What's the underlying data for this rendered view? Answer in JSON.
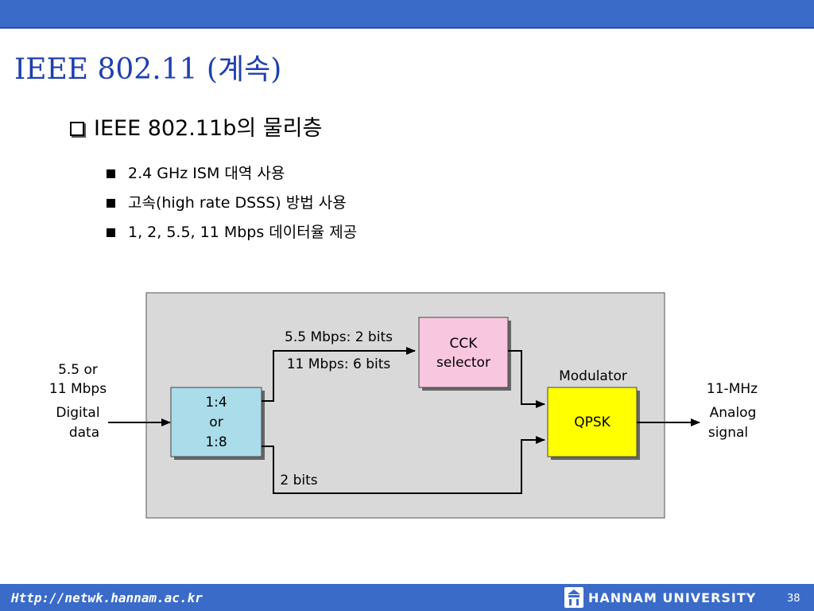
{
  "slide": {
    "title": "IEEE 802.11 (계속)",
    "bullet": "IEEE 802.11b의 물리층",
    "subbullets": [
      "2.4 GHz ISM 대역 사용",
      "고속(high rate DSSS) 방법 사용",
      "1, 2, 5.5, 11 Mbps 데이터율 제공"
    ]
  },
  "diagram": {
    "input_rate_line1": "5.5 or",
    "input_rate_line2": "11 Mbps",
    "input_type_line1": "Digital",
    "input_type_line2": "data",
    "splitter_line1": "1:4",
    "splitter_line2": "or",
    "splitter_line3": "1:8",
    "upper_path_label1": "5.5 Mbps: 2 bits",
    "upper_path_label2": "11 Mbps: 6 bits",
    "lower_path_label": "2 bits",
    "cck_line1": "CCK",
    "cck_line2": "selector",
    "modulator_label": "Modulator",
    "qpsk_label": "QPSK",
    "output_freq": "11-MHz",
    "output_type_line1": "Analog",
    "output_type_line2": "signal",
    "colors": {
      "panel": "#d9d9d9",
      "splitter": "#aadcea",
      "cck": "#f9c6e0",
      "qpsk": "#ffff00"
    }
  },
  "footer": {
    "url": "Http://netwk.hannam.ac.kr",
    "university": "HANNAM UNIVERSITY",
    "page_number": "38"
  }
}
